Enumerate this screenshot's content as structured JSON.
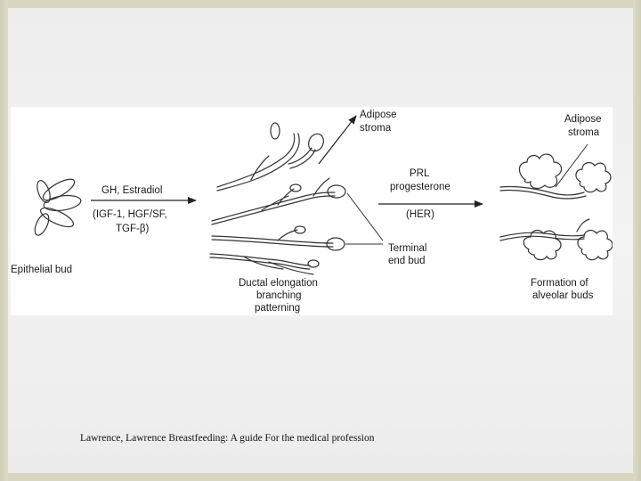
{
  "diagram": {
    "labels": {
      "epithelial_bud": "Epithelial bud",
      "gh_estradiol": "GH, Estradiol",
      "growth_factors_line1": "(IGF-1, HGF/SF,",
      "growth_factors_line2": "TGF-β)",
      "adipose_stroma_1_line1": "Adipose",
      "adipose_stroma_1_line2": "stroma",
      "terminal_end_bud_line1": "Terminal",
      "terminal_end_bud_line2": "end bud",
      "ductal_line1": "Ductal elongation",
      "ductal_line2": "branching",
      "ductal_line3": "patterning",
      "prl": "PRL",
      "progesterone": "progesterone",
      "her": "(HER)",
      "adipose_stroma_2_line1": "Adipose",
      "adipose_stroma_2_line2": "stroma",
      "alveolar_line1": "Formation of",
      "alveolar_line2": "alveolar buds"
    }
  },
  "caption": "Lawrence, Lawrence Breastfeeding: A guide For the medical profession",
  "colors": {
    "slide_background": "#efefef",
    "frame": "#d3d1bb",
    "figure_background": "#ffffff",
    "stroke": "#333333"
  }
}
